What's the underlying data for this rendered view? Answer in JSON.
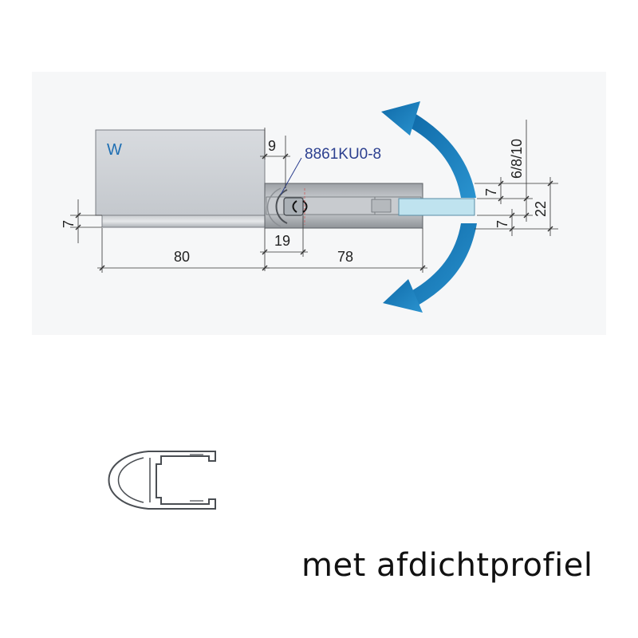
{
  "labels": {
    "wall": "W",
    "part_number": "8861KU0-8"
  },
  "dimensions": {
    "left_plate_thickness": "7",
    "gap_top": "9",
    "wall_width": "80",
    "hinge_offset": "19",
    "clamp_length": "78",
    "glass_thickness": "6/8/10",
    "top_margin": "7",
    "bottom_margin": "7",
    "total_height": "22"
  },
  "caption": "met afdichtprofiel",
  "colors": {
    "wall_fill": "#cfd3d8",
    "glass_fill": "#bfe3ef",
    "arrow": "#1478b8",
    "part_label": "#2b3f8f"
  }
}
